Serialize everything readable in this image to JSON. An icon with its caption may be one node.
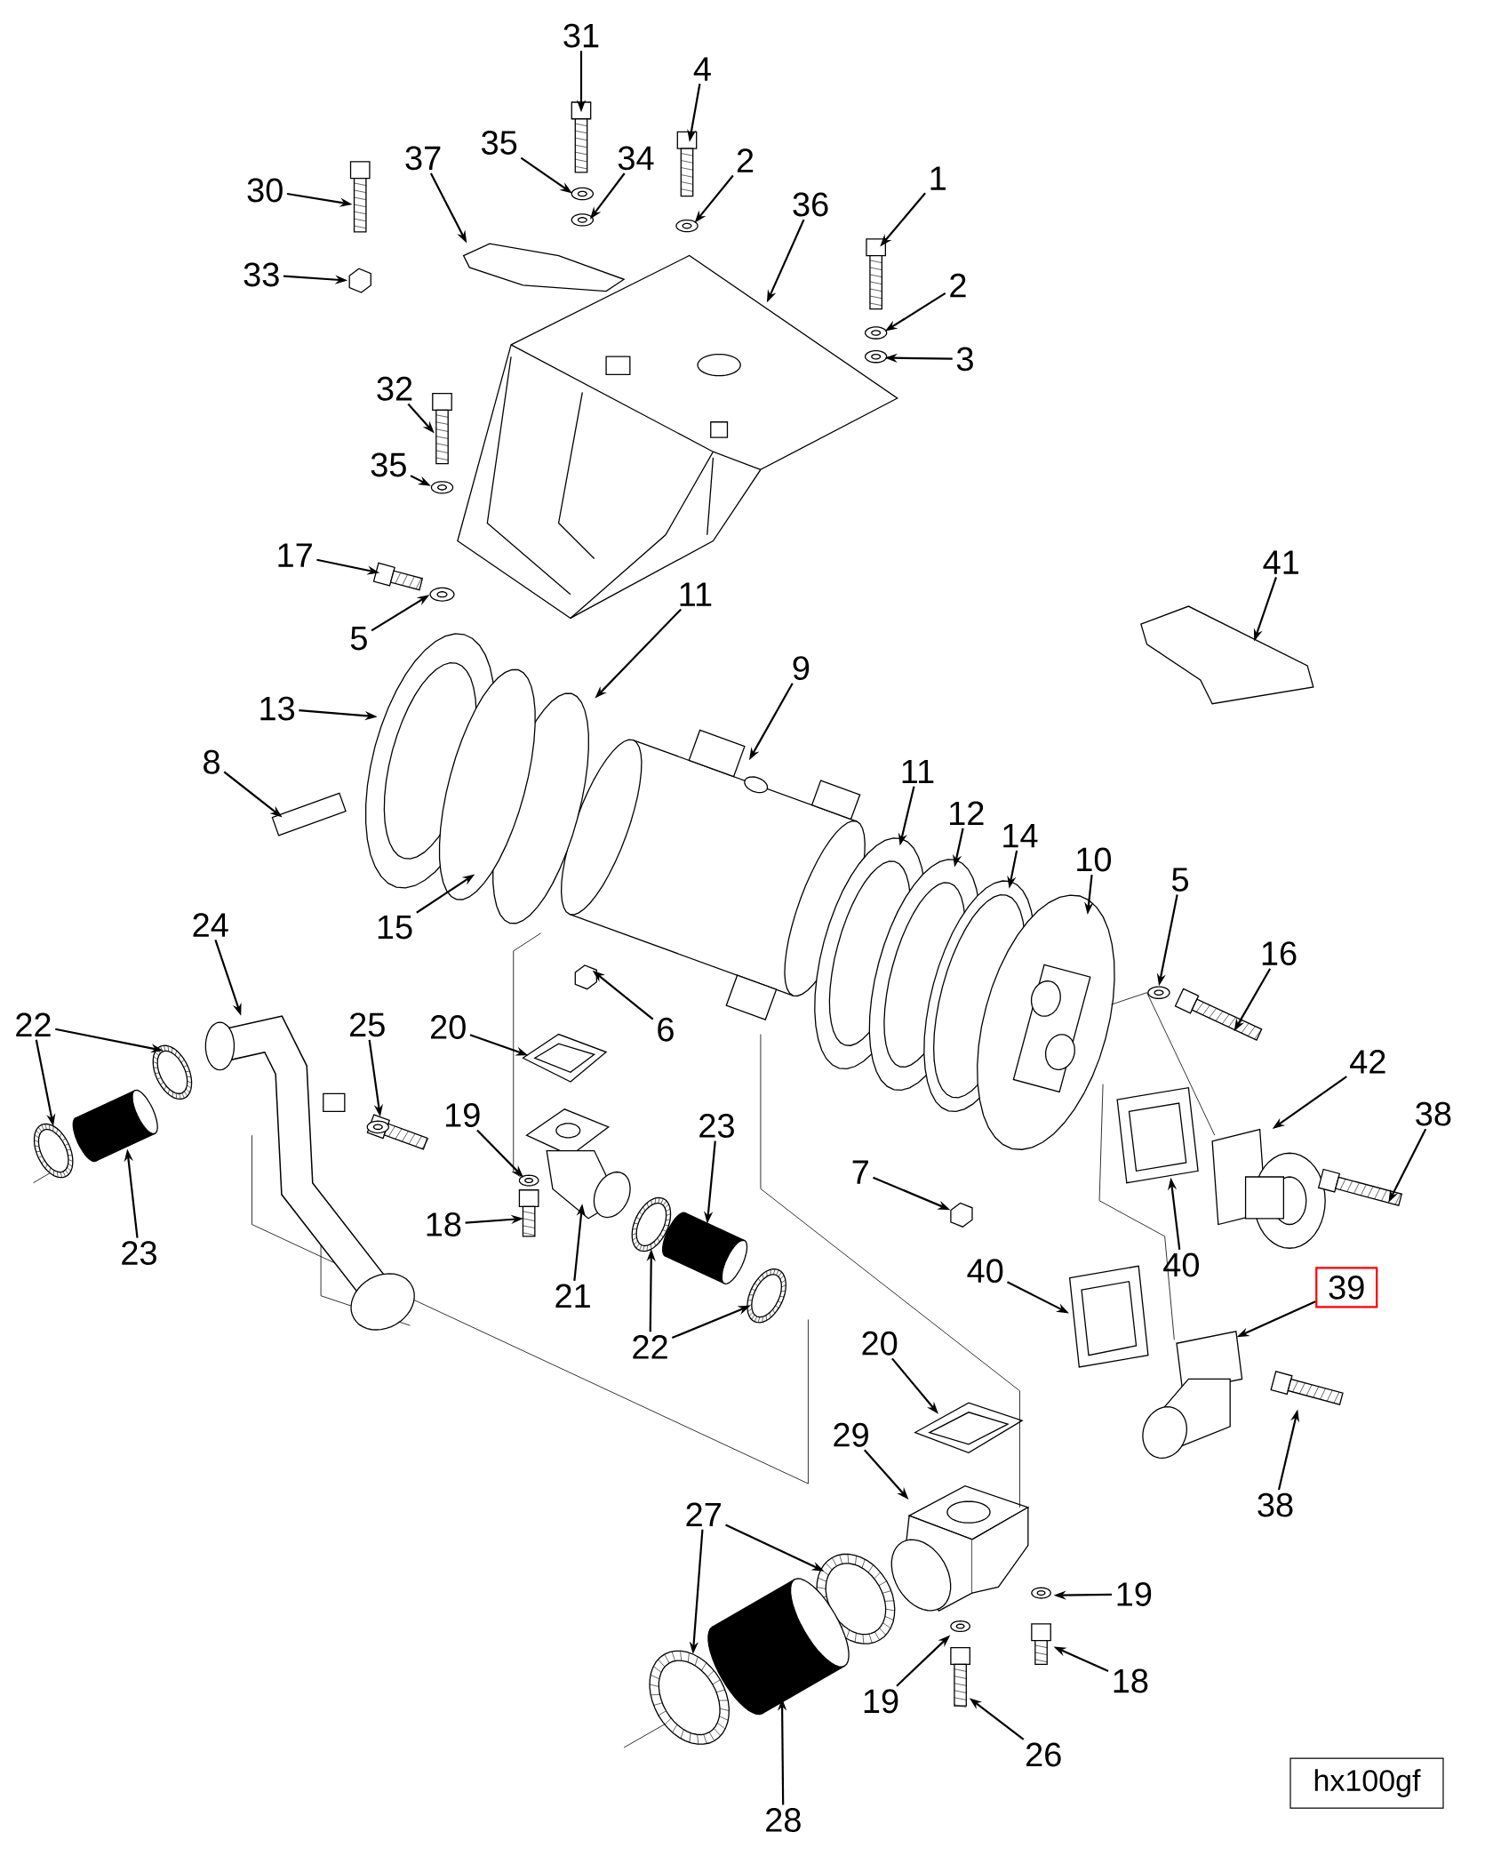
{
  "diagram": {
    "nodes": [
      {
        "text": [
          "31"
        ]
      },
      {
        "text": [
          "4"
        ]
      },
      {
        "text": [
          "2"
        ]
      },
      {
        "text": [
          "1"
        ]
      },
      {
        "text": [
          "36"
        ]
      },
      {
        "text": [
          "2"
        ]
      },
      {
        "text": [
          "3"
        ]
      },
      {
        "text": [
          "37"
        ]
      },
      {
        "text": [
          "35"
        ]
      },
      {
        "text": [
          "34"
        ]
      },
      {
        "text": [
          "30"
        ]
      },
      {
        "text": [
          "33"
        ]
      },
      {
        "text": [
          "32"
        ]
      },
      {
        "text": [
          "35"
        ]
      },
      {
        "text": [
          "17"
        ]
      },
      {
        "text": [
          "5"
        ]
      },
      {
        "text": [
          "11"
        ]
      },
      {
        "text": [
          "9"
        ]
      },
      {
        "text": [
          "13"
        ]
      },
      {
        "text": [
          "8"
        ]
      },
      {
        "text": [
          "15"
        ]
      },
      {
        "text": [
          "41"
        ]
      },
      {
        "text": [
          "11"
        ]
      },
      {
        "text": [
          "12"
        ]
      },
      {
        "text": [
          "14"
        ]
      },
      {
        "text": [
          "10"
        ]
      },
      {
        "text": [
          "5"
        ]
      },
      {
        "text": [
          "16"
        ]
      },
      {
        "text": [
          "24"
        ]
      },
      {
        "text": [
          "22"
        ]
      },
      {
        "text": [
          "23"
        ]
      },
      {
        "text": [
          "25"
        ]
      },
      {
        "text": [
          "20"
        ]
      },
      {
        "text": [
          "6"
        ]
      },
      {
        "text": [
          "19"
        ]
      },
      {
        "text": [
          "18"
        ]
      },
      {
        "text": [
          "21"
        ]
      },
      {
        "text": [
          "23"
        ]
      },
      {
        "text": [
          "22"
        ]
      },
      {
        "text": [
          "42"
        ]
      },
      {
        "text": [
          "38"
        ]
      },
      {
        "text": [
          "7"
        ]
      },
      {
        "text": [
          "40"
        ]
      },
      {
        "text": [
          "40"
        ]
      },
      {
        "text": [
          "39"
        ]
      },
      {
        "text": [
          "38"
        ]
      },
      {
        "text": [
          "20"
        ]
      },
      {
        "text": [
          "29"
        ]
      },
      {
        "text": [
          "27"
        ]
      },
      {
        "text": [
          "19"
        ]
      },
      {
        "text": [
          "18"
        ]
      },
      {
        "text": [
          "19"
        ]
      },
      {
        "text": [
          "26"
        ]
      },
      {
        "text": [
          "28"
        ]
      },
      {
        "text": [
          "hx100gf"
        ]
      },
      {
        "text": [],
        "shape": "picture"
      },
      {
        "text": [],
        "shape": "picture"
      },
      {
        "text": [],
        "shape": "picture"
      },
      {
        "text": [],
        "shape": "picture"
      },
      {
        "text": [],
        "shape": "picture"
      },
      {
        "text": [],
        "shape": "picture"
      },
      {
        "text": [],
        "shape": "picture"
      },
      {
        "text": [],
        "shape": "picture"
      },
      {
        "text": [],
        "shape": "picture"
      },
      {
        "text": [],
        "shape": "picture"
      },
      {
        "text": [],
        "shape": "picture"
      },
      {
        "text": [],
        "shape": "picture"
      },
      {
        "text": [],
        "shape": "picture"
      },
      {
        "text": [],
        "shape": "picture"
      },
      {
        "text": [],
        "shape": "picture"
      },
      {
        "text": [],
        "shape": "picture"
      },
      {
        "text": [],
        "shape": "picture"
      },
      {
        "text": [],
        "shape": "picture"
      },
      {
        "text": [],
        "shape": "picture"
      },
      {
        "text": [],
        "shape": "picture"
      },
      {
        "text": [],
        "shape": "picture"
      },
      {
        "text": [],
        "shape": "picture"
      },
      {
        "text": [],
        "shape": "picture"
      },
      {
        "text": [],
        "shape": "picture"
      },
      {
        "text": [],
        "shape": "picture"
      },
      {
        "text": [],
        "shape": "picture"
      },
      {
        "text": [],
        "shape": "picture"
      },
      {
        "text": [],
        "shape": "picture"
      },
      {
        "text": [],
        "shape": "picture"
      },
      {
        "text": [],
        "shape": "picture"
      },
      {
        "text": [],
        "shape": "picture"
      },
      {
        "text": [],
        "shape": "picture"
      },
      {
        "text": [],
        "shape": "picture"
      },
      {
        "text": [],
        "shape": "picture"
      },
      {
        "text": [],
        "shape": "picture"
      },
      {
        "text": [],
        "shape": "picture"
      },
      {
        "text": [],
        "shape": "picture"
      },
      {
        "text": [],
        "shape": "picture"
      },
      {
        "text": [],
        "shape": "picture"
      },
      {
        "text": [],
        "shape": "picture"
      },
      {
        "text": [],
        "shape": "picture"
      },
      {
        "text": [],
        "shape": "picture"
      },
      {
        "text": [],
        "shape": "picture"
      },
      {
        "text": [],
        "shape": "picture"
      },
      {
        "text": [],
        "shape": "picture"
      },
      {
        "text": [],
        "shape": "picture"
      },
      {
        "text": [],
        "shape": "picture"
      },
      {
        "text": [],
        "shape": "picture"
      },
      {
        "text": [],
        "shape": "picture"
      },
      {
        "text": [],
        "shape": "picture"
      },
      {
        "text": [],
        "shape": "picture"
      },
      {
        "text": [],
        "shape": "picture"
      },
      {
        "text": [],
        "shape": "picture"
      },
      {
        "text": [],
        "shape": "picture"
      },
      {
        "text": [],
        "shape": "picture"
      },
      {
        "text": [],
        "shape": "picture"
      },
      {
        "text": [],
        "shape": "picture"
      }
    ],
    "edges": [
      {
        "from": 0,
        "to": 55,
        "arrow": "to"
      },
      {
        "from": 1,
        "to": 56,
        "arrow": "to"
      },
      {
        "from": 2,
        "to": 57,
        "arrow": "to"
      },
      {
        "from": 3,
        "to": 58,
        "arrow": "to"
      },
      {
        "from": 4,
        "to": 59,
        "arrow": "to"
      },
      {
        "from": 5,
        "to": 60,
        "arrow": "to"
      },
      {
        "from": 6,
        "to": 61,
        "arrow": "to"
      },
      {
        "from": 7,
        "to": 62,
        "arrow": "to"
      },
      {
        "from": 8,
        "to": 63,
        "arrow": "to"
      },
      {
        "from": 9,
        "to": 64,
        "arrow": "to"
      },
      {
        "from": 10,
        "to": 65,
        "arrow": "to"
      },
      {
        "from": 11,
        "to": 66,
        "arrow": "to"
      },
      {
        "from": 12,
        "to": 67,
        "arrow": "to"
      },
      {
        "from": 13,
        "to": 68,
        "arrow": "to"
      },
      {
        "from": 14,
        "to": 69,
        "arrow": "to"
      },
      {
        "from": 15,
        "to": 70,
        "arrow": "to"
      },
      {
        "from": 16,
        "to": 71,
        "arrow": "to"
      },
      {
        "from": 17,
        "to": 72,
        "arrow": "to"
      },
      {
        "from": 18,
        "to": 73,
        "arrow": "to"
      },
      {
        "from": 19,
        "to": 74,
        "arrow": "to"
      },
      {
        "from": 20,
        "to": 75,
        "arrow": "to"
      },
      {
        "from": 21,
        "to": 76,
        "arrow": "to"
      },
      {
        "from": 22,
        "to": 77,
        "arrow": "to"
      },
      {
        "from": 23,
        "to": 78,
        "arrow": "to"
      },
      {
        "from": 24,
        "to": 79,
        "arrow": "to"
      },
      {
        "from": 25,
        "to": 80,
        "arrow": "to"
      },
      {
        "from": 26,
        "to": 81,
        "arrow": "to"
      },
      {
        "from": 27,
        "to": 82,
        "arrow": "to"
      },
      {
        "from": 28,
        "to": 83,
        "arrow": "to"
      },
      {
        "from": 29,
        "to": 84,
        "arrow": "to"
      },
      {
        "from": 29,
        "to": 85,
        "arrow": "to"
      },
      {
        "from": 30,
        "to": 86,
        "arrow": "to"
      },
      {
        "from": 31,
        "to": 87,
        "arrow": "to"
      },
      {
        "from": 32,
        "to": 88,
        "arrow": "to"
      },
      {
        "from": 33,
        "to": 89,
        "arrow": "to"
      },
      {
        "from": 34,
        "to": 90,
        "arrow": "to"
      },
      {
        "from": 35,
        "to": 91,
        "arrow": "to"
      },
      {
        "from": 36,
        "to": 92,
        "arrow": "to"
      },
      {
        "from": 37,
        "to": 93,
        "arrow": "to"
      },
      {
        "from": 38,
        "to": 94,
        "arrow": "to"
      },
      {
        "from": 38,
        "to": 95,
        "arrow": "to"
      },
      {
        "from": 39,
        "to": 96,
        "arrow": "to"
      },
      {
        "from": 40,
        "to": 97,
        "arrow": "to"
      },
      {
        "from": 41,
        "to": 98,
        "arrow": "to"
      },
      {
        "from": 42,
        "to": 99,
        "arrow": "to"
      },
      {
        "from": 43,
        "to": 100,
        "arrow": "to"
      },
      {
        "from": 44,
        "to": 101,
        "arrow": "to"
      },
      {
        "from": 45,
        "to": 102,
        "arrow": "to"
      },
      {
        "from": 46,
        "to": 103,
        "arrow": "to"
      },
      {
        "from": 47,
        "to": 104,
        "arrow": "to"
      },
      {
        "from": 48,
        "to": 105,
        "arrow": "to"
      },
      {
        "from": 48,
        "to": 106,
        "arrow": "to"
      },
      {
        "from": 49,
        "to": 107,
        "arrow": "to"
      },
      {
        "from": 50,
        "to": 108,
        "arrow": "to"
      },
      {
        "from": 51,
        "to": 109,
        "arrow": "to"
      },
      {
        "from": 52,
        "to": 110,
        "arrow": "to"
      },
      {
        "from": 53,
        "to": 111,
        "arrow": "to"
      },
      {
        "from": 71,
        "to": 90,
        "arrow": "none"
      },
      {
        "from": 72,
        "to": 104,
        "arrow": "none"
      },
      {
        "from": 80,
        "to": 96,
        "arrow": "none"
      },
      {
        "from": 80,
        "to": 101,
        "arrow": "none"
      }
    ]
  }
}
